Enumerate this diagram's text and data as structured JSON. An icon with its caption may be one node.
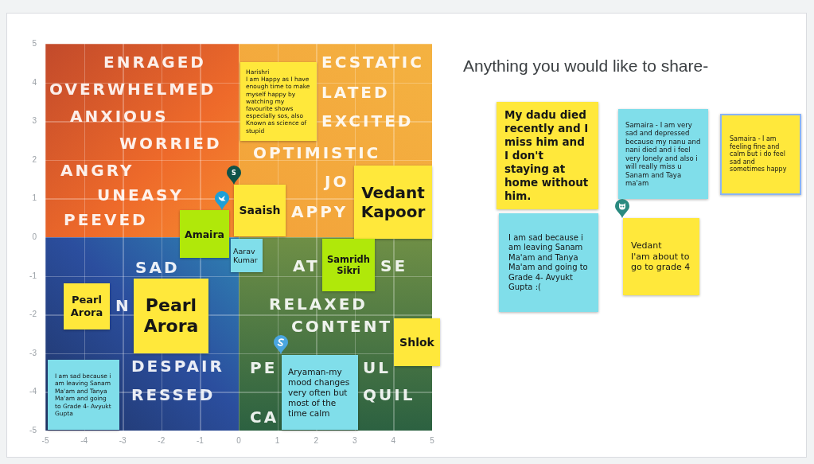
{
  "diagram": {
    "title": "Anything you would like to share-",
    "nodes": [
      {
        "text": [
          "Harishri",
          "I am Happy as I have enough time to make myself happy by watching my favourite shows especially sos, also Known as science of stupid"
        ]
      },
      {
        "text": [
          "Saaish"
        ]
      },
      {
        "text": [
          "Vedant Kapoor"
        ]
      },
      {
        "text": [
          "Amaira"
        ]
      },
      {
        "text": [
          "Aarav Kumar"
        ]
      },
      {
        "text": [
          "Samridh Sikri"
        ]
      },
      {
        "text": [
          "Pearl Arora"
        ]
      },
      {
        "text": [
          "Pearl Arora"
        ]
      },
      {
        "text": [
          "Shlok"
        ]
      },
      {
        "text": [
          "Aryaman-my mood changes very often but most of the time calm"
        ]
      },
      {
        "text": [
          "I am sad because i am leaving Sanam Ma'am and Tanya Ma'am and going to Grade 4- Avyukt Gupta"
        ]
      },
      {
        "text": [
          "My dadu died recently and I miss him and I don't staying at home without him."
        ]
      },
      {
        "text": [
          "Samaira - I am very sad and depressed because my nanu and nani died and i feel very lonely and also i will really miss u Sanam and Taya ma'am"
        ]
      },
      {
        "text": [
          "Samaira - I am feeling fine and calm but i do feel sad and sometimes happy"
        ]
      },
      {
        "text": [
          "I am sad because i am leaving Sanam Ma'am and Tanya Ma'am and going to Grade 4- Avyukt Gupta :("
        ]
      },
      {
        "text": [
          "Vedant",
          "I'am about to go to grade 4"
        ]
      }
    ],
    "labels": [
      "5",
      "4",
      "3",
      "2",
      "1",
      "0",
      "-1",
      "-2",
      "-3",
      "-4",
      "-5",
      "ENRAGED",
      "ECSTATIC",
      "OVERWHELMED",
      "LATED",
      "ANXIOUS",
      "EXCITED",
      "WORRIED",
      "OPTIMISTIC",
      "S",
      "ANGRY",
      "JO",
      "UNEASY",
      "APPY",
      "PEEVED",
      "SAD",
      "AT",
      "SE",
      "N",
      "RELAXED",
      "CONTENT",
      "DESPAIR",
      "PE",
      "UL",
      "RESSED",
      "QUIL",
      "CA",
      "-5",
      "-4",
      "-3",
      "-2",
      "-1",
      "0",
      "1",
      "2",
      "3",
      "4",
      "5"
    ]
  }
}
